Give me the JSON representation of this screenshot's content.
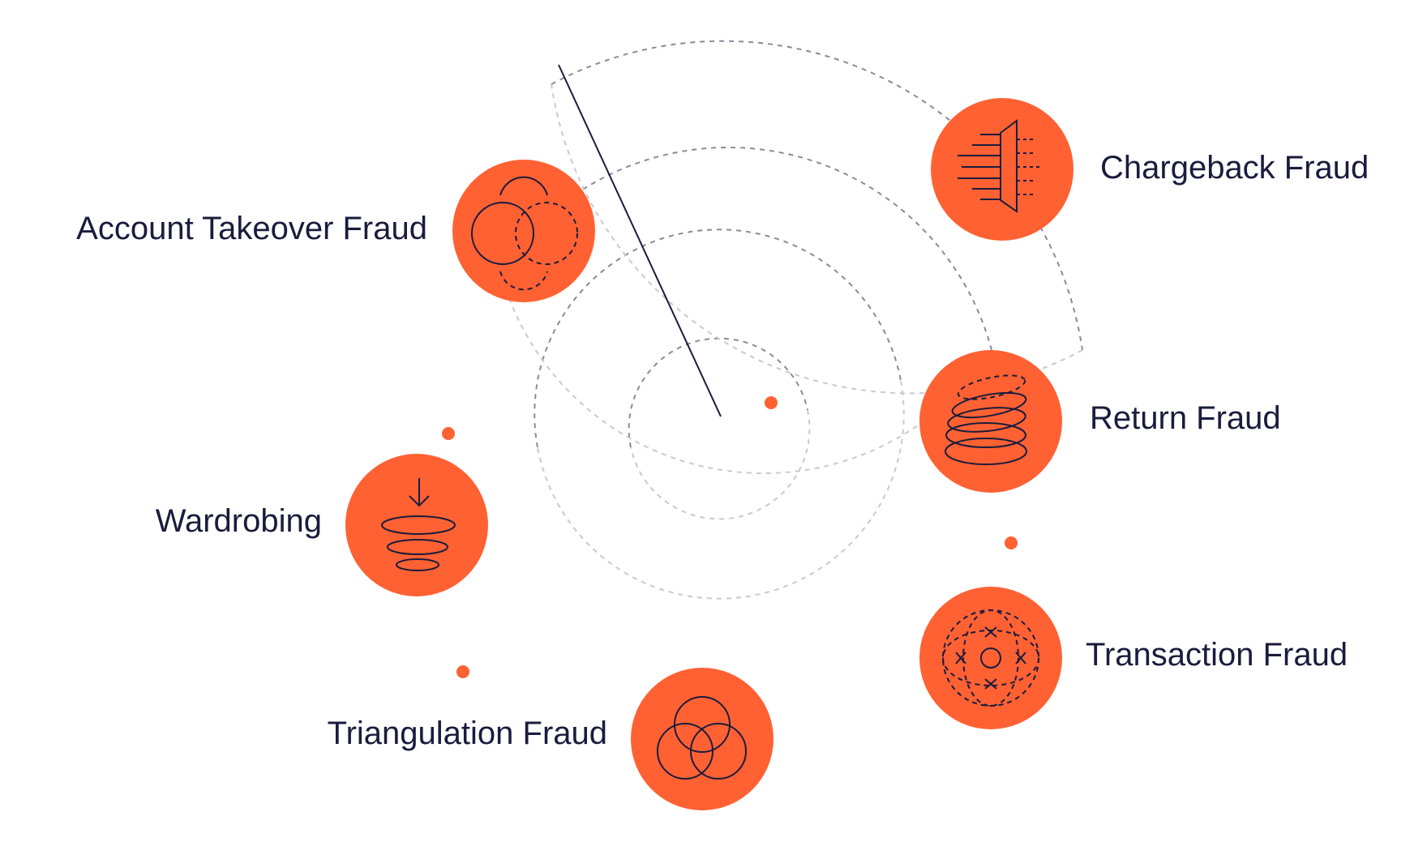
{
  "colors": {
    "accent": "#ff6133",
    "ink": "#1a1c3d",
    "ring_dark": "#8a8a9a",
    "ring_light": "#c9c9cf",
    "background": "#ffffff"
  },
  "nodes": [
    {
      "id": "account-takeover",
      "label": "Account Takeover Fraud",
      "icon": "overlapping-circles-dashed-icon"
    },
    {
      "id": "chargeback",
      "label": "Chargeback Fraud",
      "icon": "prism-lines-icon"
    },
    {
      "id": "return",
      "label": "Return Fraud",
      "icon": "stacked-rings-icon"
    },
    {
      "id": "transaction",
      "label": "Transaction Fraud",
      "icon": "target-cross-icon"
    },
    {
      "id": "triangulation",
      "label": "Triangulation Fraud",
      "icon": "three-circles-icon"
    },
    {
      "id": "wardrobing",
      "label": "Wardrobing",
      "icon": "arrow-ellipses-icon"
    }
  ]
}
